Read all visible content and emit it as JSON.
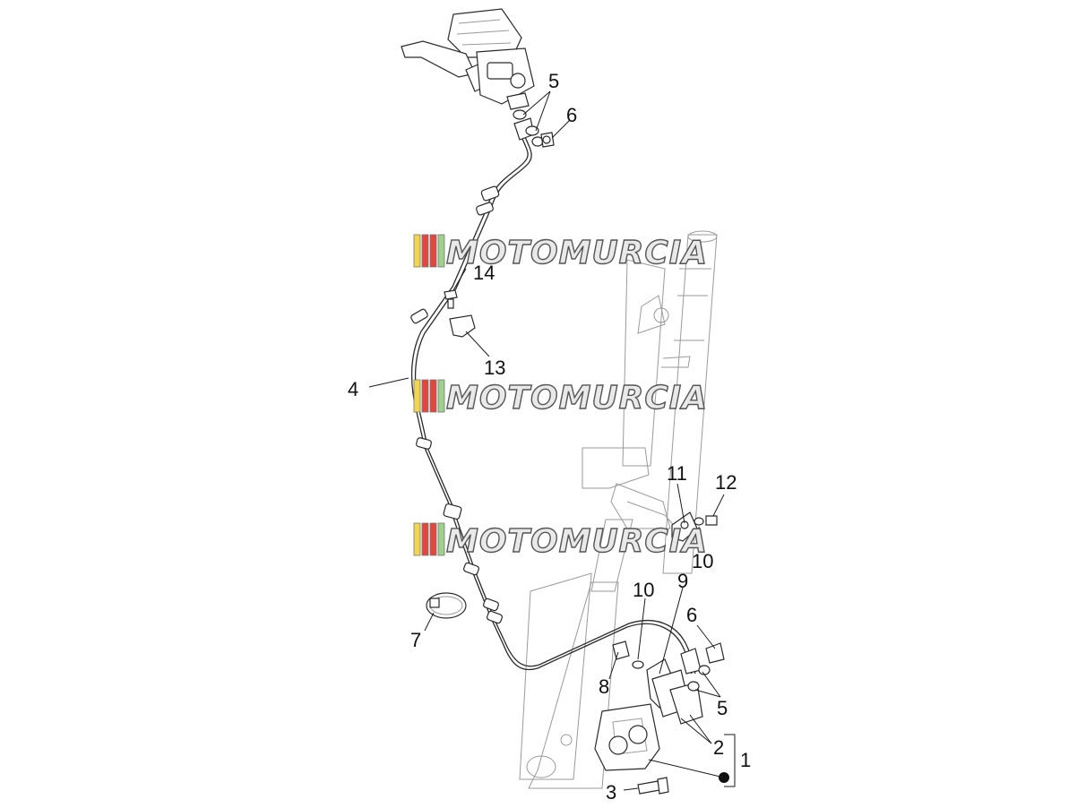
{
  "watermark": {
    "text": "MOTOMURCIA",
    "stripe_colors": [
      "#f2d64b",
      "#e3463d",
      "#e3463d",
      "#9fd18c"
    ]
  },
  "callouts": [
    {
      "id": "c5a",
      "label": "5"
    },
    {
      "id": "c6a",
      "label": "6"
    },
    {
      "id": "c14",
      "label": "14"
    },
    {
      "id": "c13",
      "label": "13"
    },
    {
      "id": "c4",
      "label": "4"
    },
    {
      "id": "c11",
      "label": "11"
    },
    {
      "id": "c12",
      "label": "12"
    },
    {
      "id": "c10a",
      "label": "10"
    },
    {
      "id": "c10b",
      "label": "10"
    },
    {
      "id": "c9",
      "label": "9"
    },
    {
      "id": "c6b",
      "label": "6"
    },
    {
      "id": "c7",
      "label": "7"
    },
    {
      "id": "c8",
      "label": "8"
    },
    {
      "id": "c5b",
      "label": "5"
    },
    {
      "id": "c2",
      "label": "2"
    },
    {
      "id": "c1",
      "label": "1"
    },
    {
      "id": "c3",
      "label": "3"
    }
  ]
}
